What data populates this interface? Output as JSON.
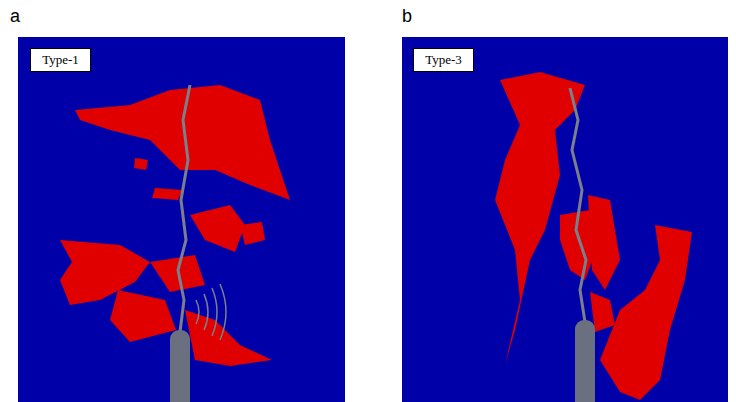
{
  "diagram": {
    "nodes": [
      {
        "text": [
          "Type-1"
        ]
      },
      {
        "text": [
          "Type-3"
        ]
      }
    ],
    "labels": [
      "a",
      "b"
    ]
  }
}
